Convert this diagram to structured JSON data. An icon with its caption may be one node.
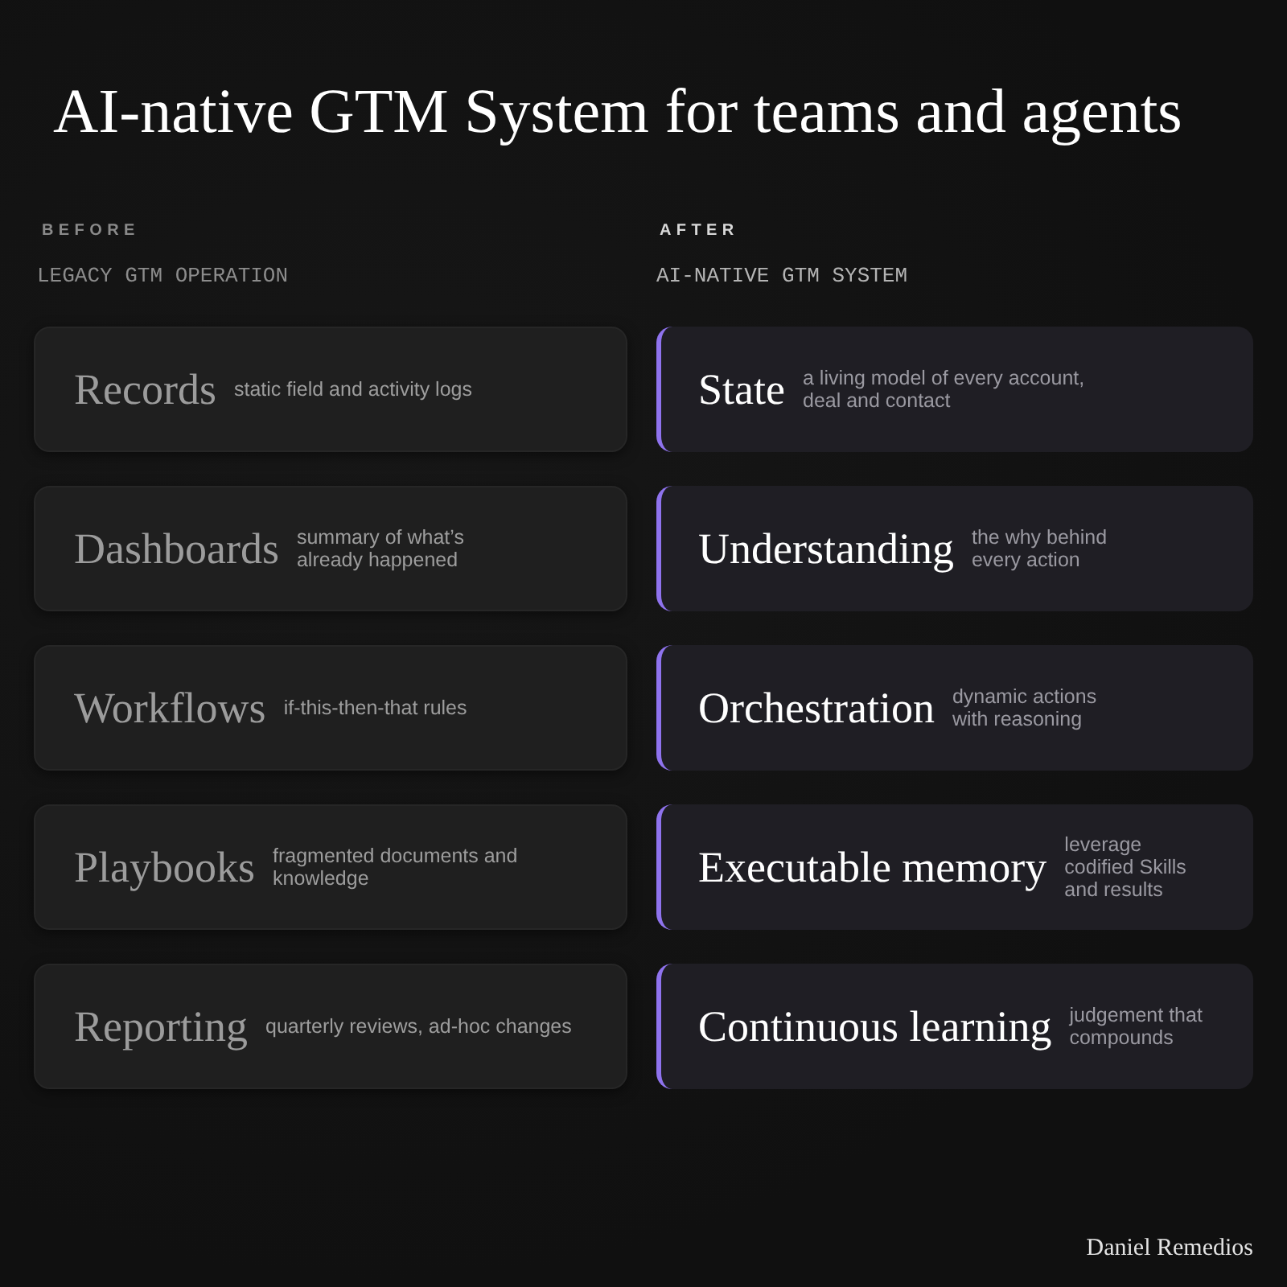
{
  "diagram": {
    "title": "AI-native GTM System for teams and agents",
    "nodes": [
      {
        "text": [
          "Records",
          "static field and activity logs"
        ]
      },
      {
        "text": [
          "Dashboards",
          "summary of what’s already happened"
        ]
      },
      {
        "text": [
          "Workflows",
          "if-this-then-that rules"
        ]
      },
      {
        "text": [
          "Playbooks",
          "fragmented documents and knowledge"
        ]
      },
      {
        "text": [
          "Reporting",
          "quarterly reviews, ad-hoc changes"
        ]
      },
      {
        "text": [
          "State",
          "a living model of every account, deal and contact"
        ]
      },
      {
        "text": [
          "Understanding",
          "the why behind every action"
        ]
      },
      {
        "text": [
          "Orchestration",
          "dynamic actions with reasoning"
        ]
      },
      {
        "text": [
          "Executable memory",
          "leverage codified Skills and results"
        ]
      },
      {
        "text": [
          "Continuous learning",
          "judgement that compounds"
        ]
      }
    ],
    "labels": [
      "BEFORE",
      "AFTER",
      "LEGACY GTM OPERATION",
      "AI-NATIVE GTM SYSTEM",
      "Daniel Remedios"
    ]
  }
}
